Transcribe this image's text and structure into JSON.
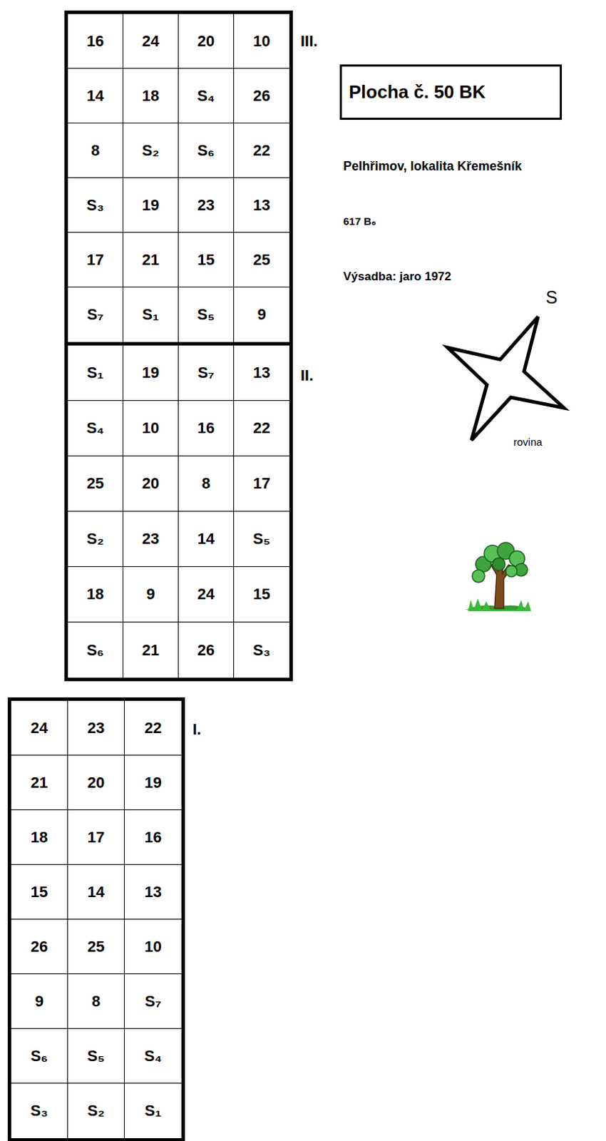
{
  "diagram": {
    "nodes": [
      {
        "text": [
          "III."
        ]
      },
      {
        "text": [
          "II."
        ]
      },
      {
        "text": [
          "I."
        ]
      },
      {
        "text": [
          "Plocha č. 50 BK"
        ]
      }
    ],
    "labels": [
      "16",
      "24",
      "20",
      "10",
      "14",
      "18",
      "S₄",
      "26",
      "8",
      "S₂",
      "S₆",
      "22",
      "S₃",
      "19",
      "23",
      "13",
      "17",
      "21",
      "15",
      "25",
      "S₇",
      "S₁",
      "S₅",
      "9",
      "S₁",
      "19",
      "S₇",
      "13",
      "S₄",
      "10",
      "16",
      "22",
      "25",
      "20",
      "8",
      "17",
      "S₂",
      "23",
      "14",
      "S₅",
      "18",
      "9",
      "24",
      "15",
      "S₆",
      "21",
      "26",
      "S₃",
      "24",
      "23",
      "22",
      "21",
      "20",
      "19",
      "18",
      "17",
      "16",
      "15",
      "14",
      "13",
      "26",
      "25",
      "10",
      "9",
      "8",
      "S₇",
      "S₆",
      "S₅",
      "S₄",
      "S₃",
      "S₂",
      "S₁",
      "Pelhřimov, lokalita Křemešník",
      "617 B₆",
      "Výsadba: jaro 1972",
      "S",
      "rovina"
    ]
  }
}
